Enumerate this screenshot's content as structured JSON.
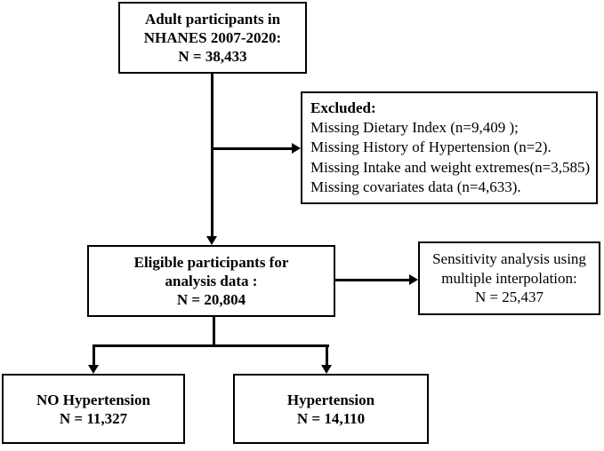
{
  "figure": {
    "type": "flowchart",
    "background_color": "#ffffff",
    "line_color": "#000000",
    "text_color": "#000000",
    "nodes": {
      "total": {
        "lines": [
          "Adult participants in",
          "NHANES 2007-2020:",
          "N = 38,433"
        ]
      },
      "excluded": {
        "title": "Excluded:",
        "items": [
          "Missing Dietary Index (n=9,409 );",
          "Missing History of Hypertension (n=2).",
          "Missing Intake and weight extremes(n=3,585)",
          "Missing covariates data (n=4,633)."
        ]
      },
      "eligible": {
        "lines": [
          "Eligible participants for",
          "analysis data :",
          "N = 20,804"
        ]
      },
      "sensitivity": {
        "lines": [
          "Sensitivity analysis using",
          "multiple interpolation:",
          "N = 25,437"
        ]
      },
      "no_hypertension": {
        "lines": [
          "NO Hypertension",
          "N = 11,327"
        ]
      },
      "hypertension": {
        "lines": [
          "Hypertension",
          "N = 14,110"
        ]
      }
    }
  }
}
